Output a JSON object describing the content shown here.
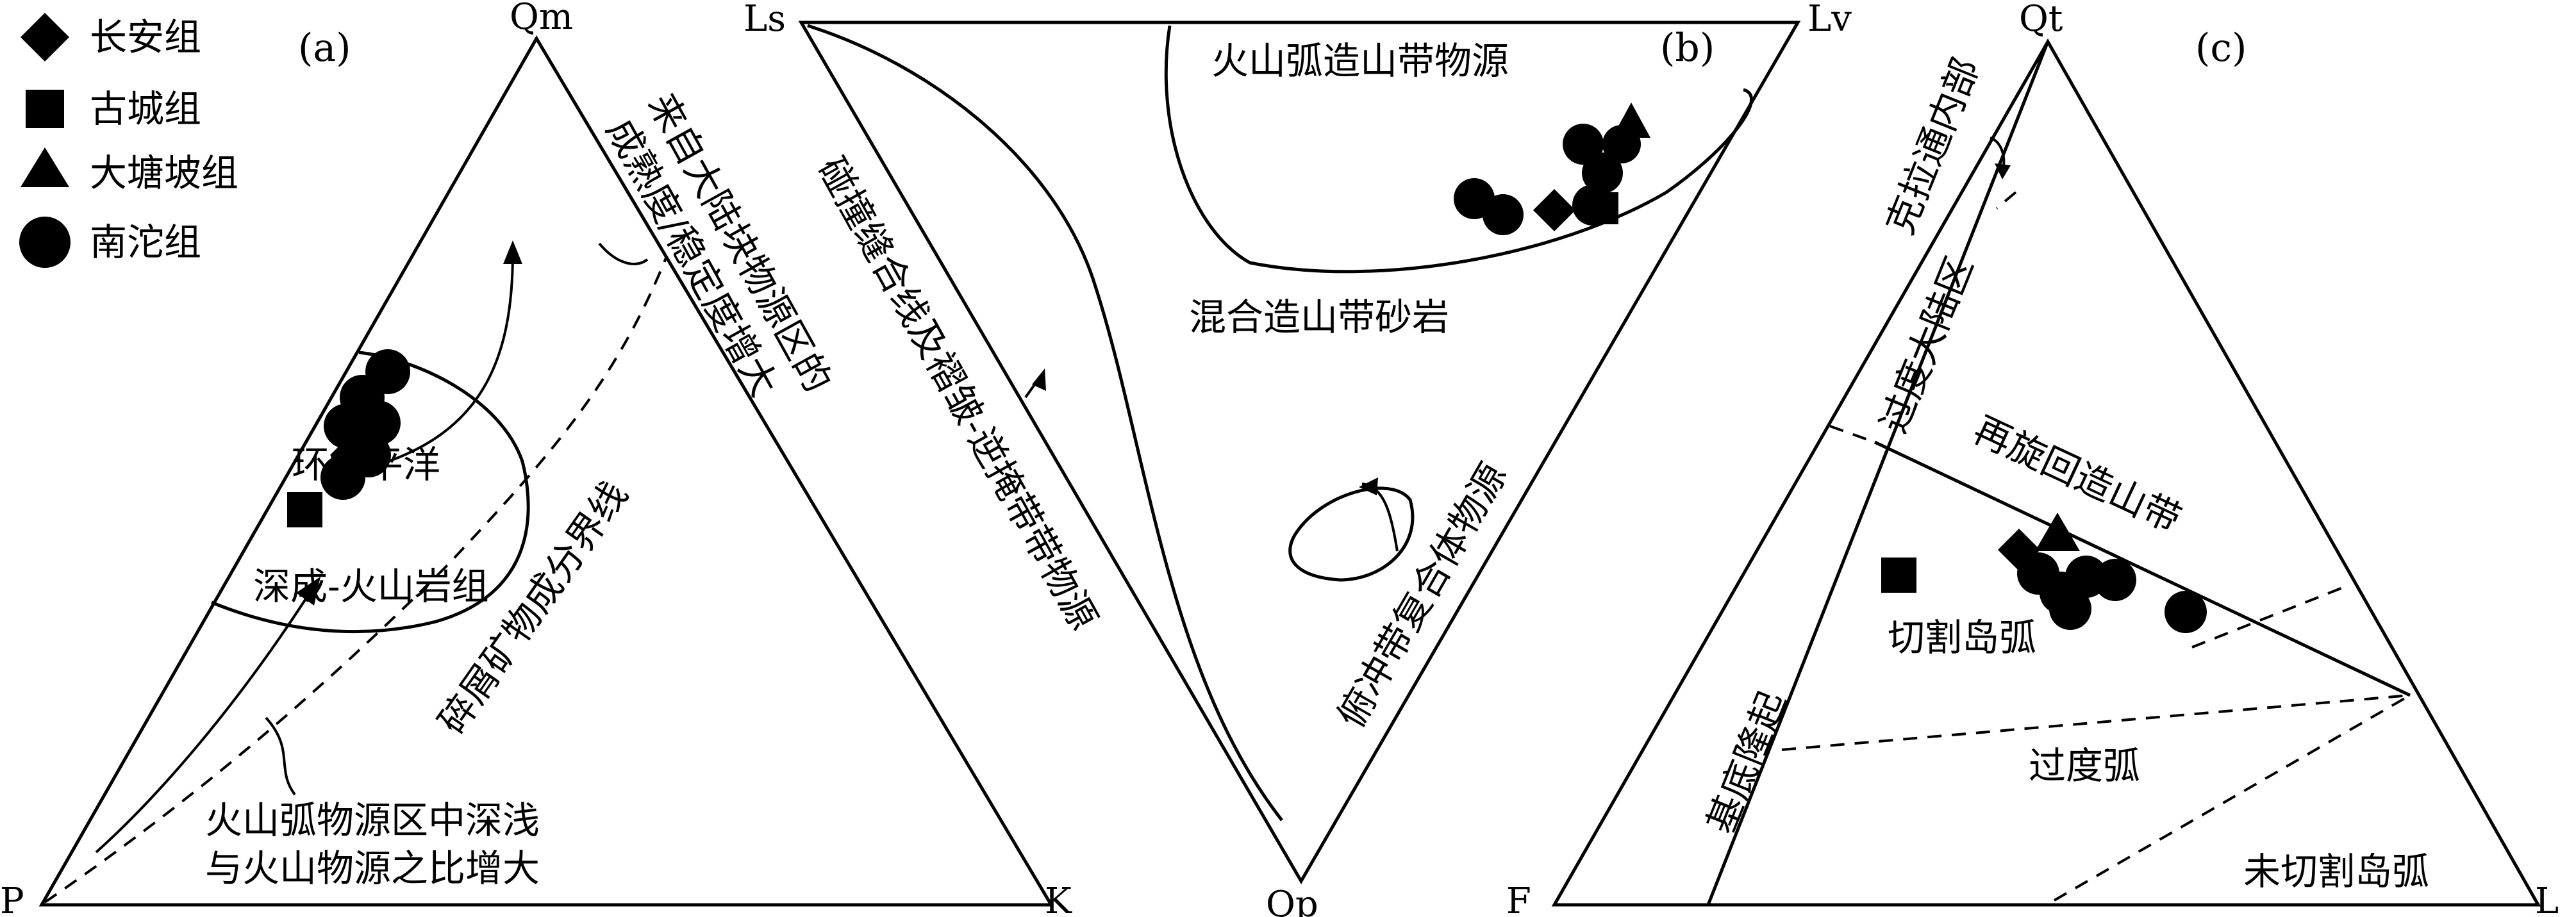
{
  "legend": [
    {
      "symbol": "diamond-marker",
      "label": "长安组"
    },
    {
      "symbol": "square-marker",
      "label": "古城组"
    },
    {
      "symbol": "triangle-marker",
      "label": "大塘坡组"
    },
    {
      "symbol": "circle-marker",
      "label": "南沱组"
    }
  ],
  "panel_a": {
    "tag": "(a)",
    "vertices": {
      "top": "Qm",
      "left": "P",
      "right": "K"
    },
    "field_line1": "环太平洋",
    "field_line2": "深成-火山岩组",
    "stable_line1": "来自大陆块物源区的",
    "stable_line2": "成熟度/稳定度增大",
    "boundary": "碎屑矿物成分界线",
    "volcanic_line1": "火山弧物源区中深浅",
    "volcanic_line2": "与火山物源之比增大"
  },
  "panel_b": {
    "tag": "(b)",
    "vertices": {
      "top_left": "Ls",
      "top_right": "Lv",
      "bottom": "Qp"
    },
    "arc_orogen": "火山弧造山带物源",
    "mixed": "混合造山带砂岩",
    "collision": "碰撞缝合线及褶皱-逆掩带带物源",
    "subduction": "俯冲带复合体物源"
  },
  "panel_c": {
    "tag": "(c)",
    "vertices": {
      "top": "Qt",
      "left": "F",
      "right": "L"
    },
    "craton_interior": "克拉通内部",
    "transitional_continental": "过度大陆区",
    "recycled": "再旋回造山带",
    "basement": "基底隆起",
    "dissected_arc": "切割岛弧",
    "transitional_arc": "过度弧",
    "undissected_arc": "未切割岛弧"
  },
  "colors": {
    "ink": "#000000",
    "background": "#ffffff"
  }
}
